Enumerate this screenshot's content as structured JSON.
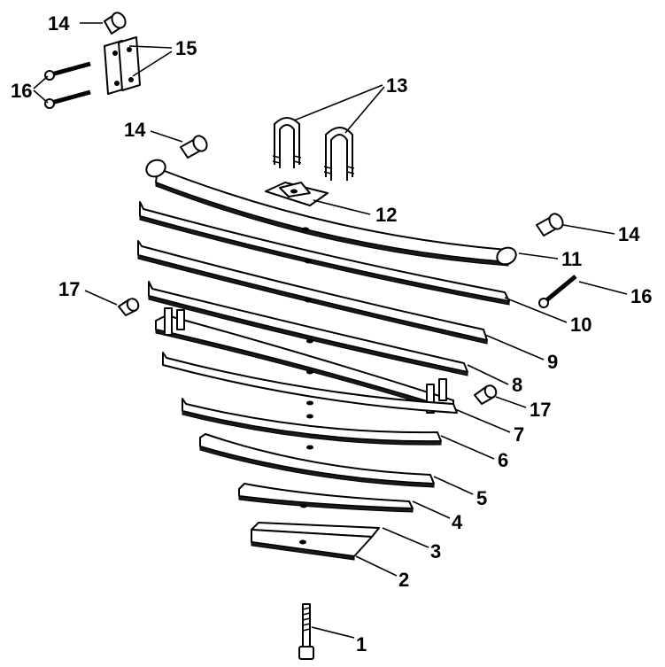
{
  "callouts": {
    "c1": "1",
    "c2": "2",
    "c3": "3",
    "c4": "4",
    "c5": "5",
    "c6": "6",
    "c7": "7",
    "c8": "8",
    "c9": "9",
    "c10": "10",
    "c11": "11",
    "c12": "12",
    "c13": "13",
    "c14a": "14",
    "c14b": "14",
    "c14c": "14",
    "c15": "15",
    "c16a": "16",
    "c16b": "16",
    "c17a": "17",
    "c17b": "17"
  },
  "colors": {
    "line": "#000000",
    "background": "#ffffff"
  }
}
